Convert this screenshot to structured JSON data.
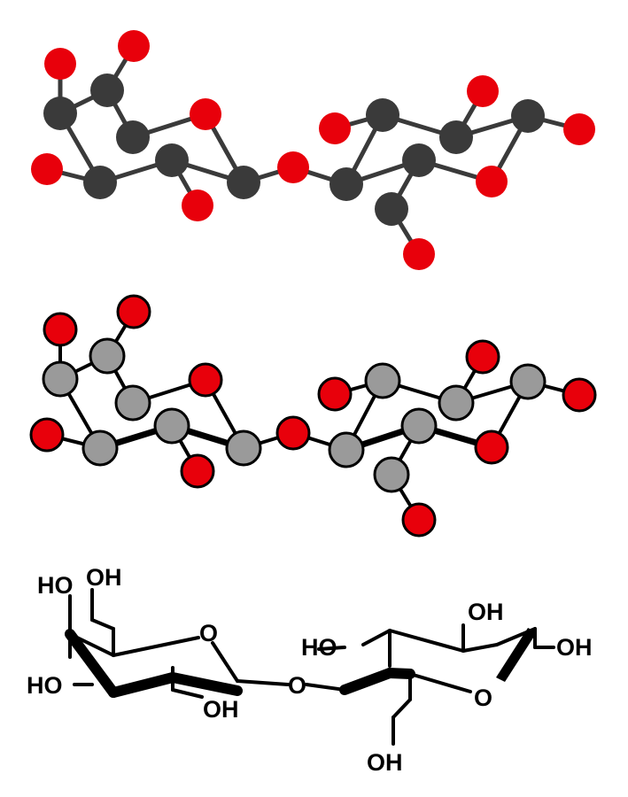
{
  "colors": {
    "background": "#ffffff",
    "carbon_ballstick": "#3a3a3a",
    "oxygen": "#e8000b",
    "carbon_outlined": "#9a9a9a",
    "outline": "#000000",
    "bond_ballstick": "#3a3a3a",
    "bond_outlined": "#000000"
  },
  "haworth": {
    "labels": {
      "ho_top_left": "HO",
      "oh_top": "OH",
      "ring_o_left": "O",
      "ho_left": "HO",
      "oh_bottom_left": "OH",
      "o_bridge": "O",
      "ho_right_ring": "HO",
      "oh_top_right": "OH",
      "oh_far_right": "OH",
      "ring_o_right": "O",
      "oh_bottom": "OH"
    }
  }
}
